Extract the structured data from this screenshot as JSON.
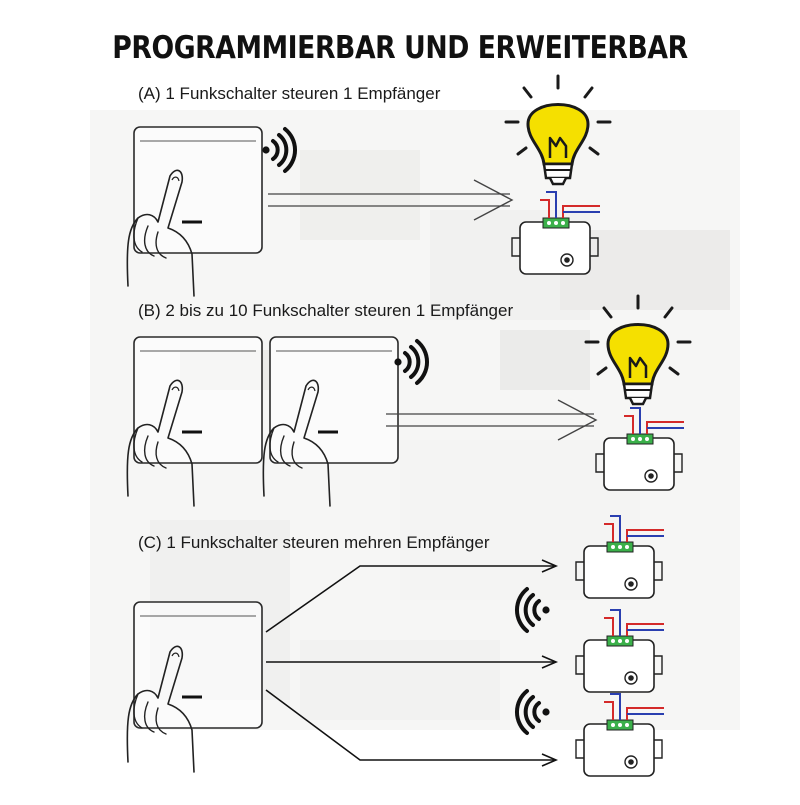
{
  "title": "PROGRAMMIERBAR UND ERWEITERBAR",
  "sections": [
    {
      "id": "a",
      "label": "(A) 1 Funkschalter steuren 1 Empfänger",
      "switches": 1,
      "receivers": 1,
      "bulb": true
    },
    {
      "id": "b",
      "label": "(B) 2 bis zu 10 Funkschalter steuren 1 Empfänger",
      "switches": 2,
      "receivers": 1,
      "bulb": true
    },
    {
      "id": "c",
      "label": "(C) 1 Funkschalter steuren mehren Empfänger",
      "switches": 1,
      "receivers": 3,
      "bulb": false
    }
  ],
  "colors": {
    "bulb": "#f5e000",
    "outline": "#1a1a1a",
    "wire_red": "#d42a2a",
    "wire_blue": "#2a3fb0",
    "terminal": "#3bb04a",
    "background_photo": "#e9e9e7"
  },
  "icons": [
    "light-switch-icon",
    "hand-pointer-icon",
    "wifi-signal-icon",
    "arrow-right-icon",
    "light-bulb-icon",
    "receiver-module-icon"
  ]
}
